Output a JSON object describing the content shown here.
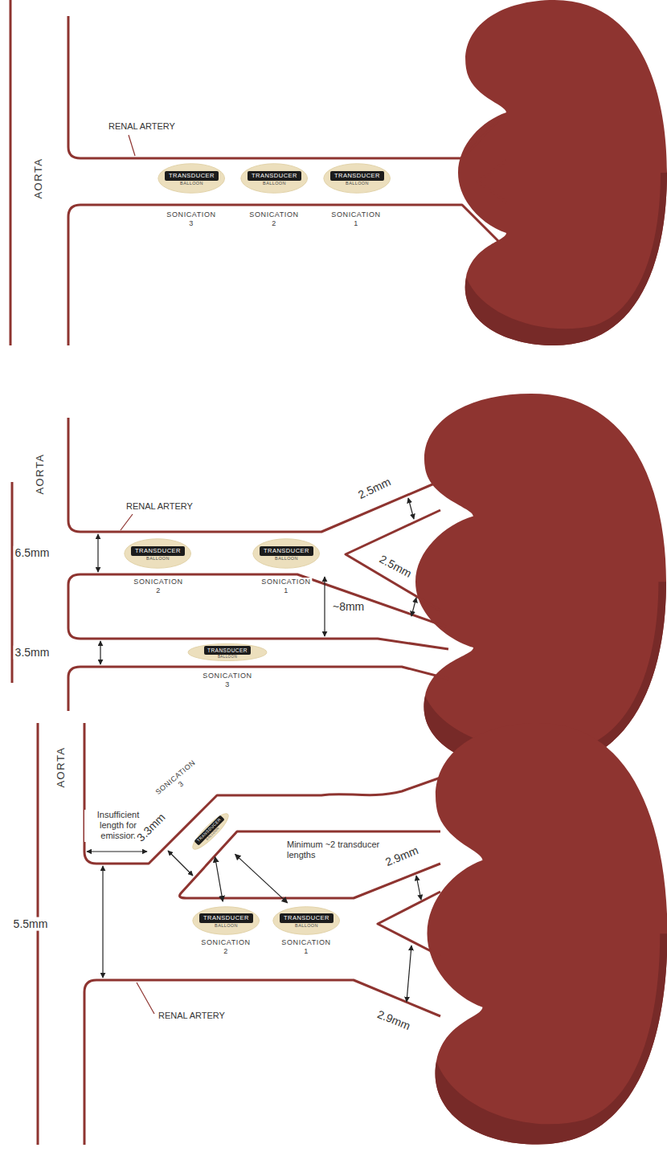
{
  "diagram": {
    "nodes": [
      {
        "text": [
          "TRANSDUCER",
          "BALLOON"
        ]
      },
      {
        "text": [
          "TRANSDUCER",
          "BALLOON"
        ]
      },
      {
        "text": [
          "TRANSDUCER",
          "BALLOON"
        ]
      },
      {
        "text": [
          "TRANSDUCER",
          "BALLOON"
        ]
      },
      {
        "text": [
          "TRANSDUCER",
          "BALLOON"
        ]
      },
      {
        "text": [
          "TRANSDUCER",
          "BALLOON"
        ]
      },
      {
        "text": [
          "TRANSDUCER",
          "BALLOON"
        ]
      },
      {
        "text": [
          "TRANSDUCER",
          "BALLOON"
        ]
      },
      {
        "text": [
          "TRANSDUCER",
          "BALLOON"
        ]
      }
    ],
    "edges": [
      {
        "from": 6,
        "to": 7,
        "arrow": "both"
      },
      {
        "from": 6,
        "to": 8,
        "arrow": "both"
      }
    ],
    "labels": [
      "AORTA",
      "RENAL ARTERY",
      "SONICATION 3",
      "SONICATION 2",
      "SONICATION 1",
      "AORTA",
      "RENAL ARTERY",
      "6.5mm",
      "~8mm",
      "3.5mm",
      "2.5mm",
      "2.5mm",
      "SONICATION 2",
      "SONICATION 1",
      "SONICATION 3",
      "AORTA",
      "Insufficient length for emission",
      "3.3mm",
      "Minimum ~2 transducer lengths",
      "2.9mm",
      "2.9mm",
      "5.5mm",
      "SONICATION 3",
      "SONICATION 2",
      "SONICATION 1",
      "RENAL ARTERY"
    ]
  }
}
